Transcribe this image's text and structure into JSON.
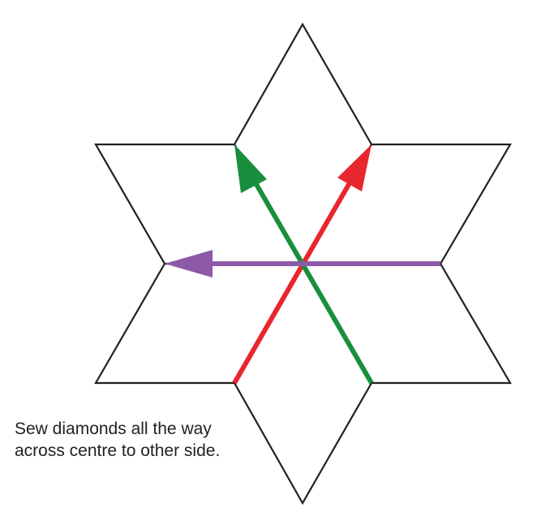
{
  "caption": {
    "line1": "Sew diamonds all the way",
    "line2": "across centre to other side."
  },
  "colors": {
    "outline": "#231f20",
    "arrow_red": "#e8262e",
    "arrow_green": "#198f3e",
    "arrow_purple": "#8c5aa8",
    "background": "#ffffff"
  },
  "shape": "six-pointed star made of six diamonds",
  "arrows": [
    {
      "name": "red",
      "direction": "lower-left to upper-right"
    },
    {
      "name": "green",
      "direction": "lower-right to upper-left"
    },
    {
      "name": "purple",
      "direction": "right to left"
    }
  ]
}
